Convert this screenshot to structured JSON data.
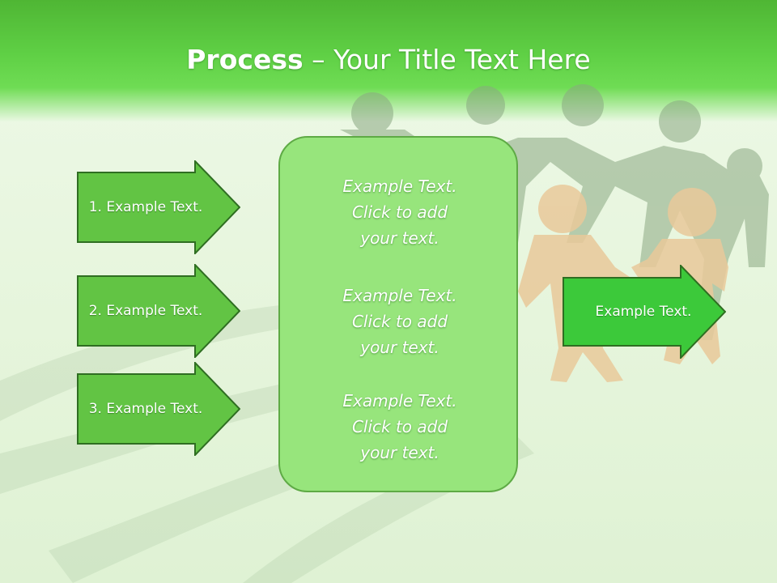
{
  "title": {
    "bold": "Process",
    "rest": " – Your Title Text Here"
  },
  "left_arrows": [
    {
      "label": "1. Example Text."
    },
    {
      "label": "2. Example Text."
    },
    {
      "label": "3. Example Text."
    }
  ],
  "center_box": {
    "blocks": [
      {
        "lines": [
          "Example Text.",
          "Click  to add",
          "your text."
        ]
      },
      {
        "lines": [
          "Example Text.",
          "Click  to add",
          "your text."
        ]
      },
      {
        "lines": [
          "Example Text.",
          "Click  to add",
          "your text."
        ]
      }
    ]
  },
  "right_arrow": {
    "label": "Example Text."
  },
  "colors": {
    "header_green": "#5fd045",
    "arrow_fill": "#62c444",
    "arrow_outline": "#2f6e22",
    "right_arrow_fill": "#3cc93a",
    "box_fill": "#97e57c",
    "box_border": "#5eaa45"
  },
  "decor": {
    "background_image": "paper-people-chain"
  }
}
